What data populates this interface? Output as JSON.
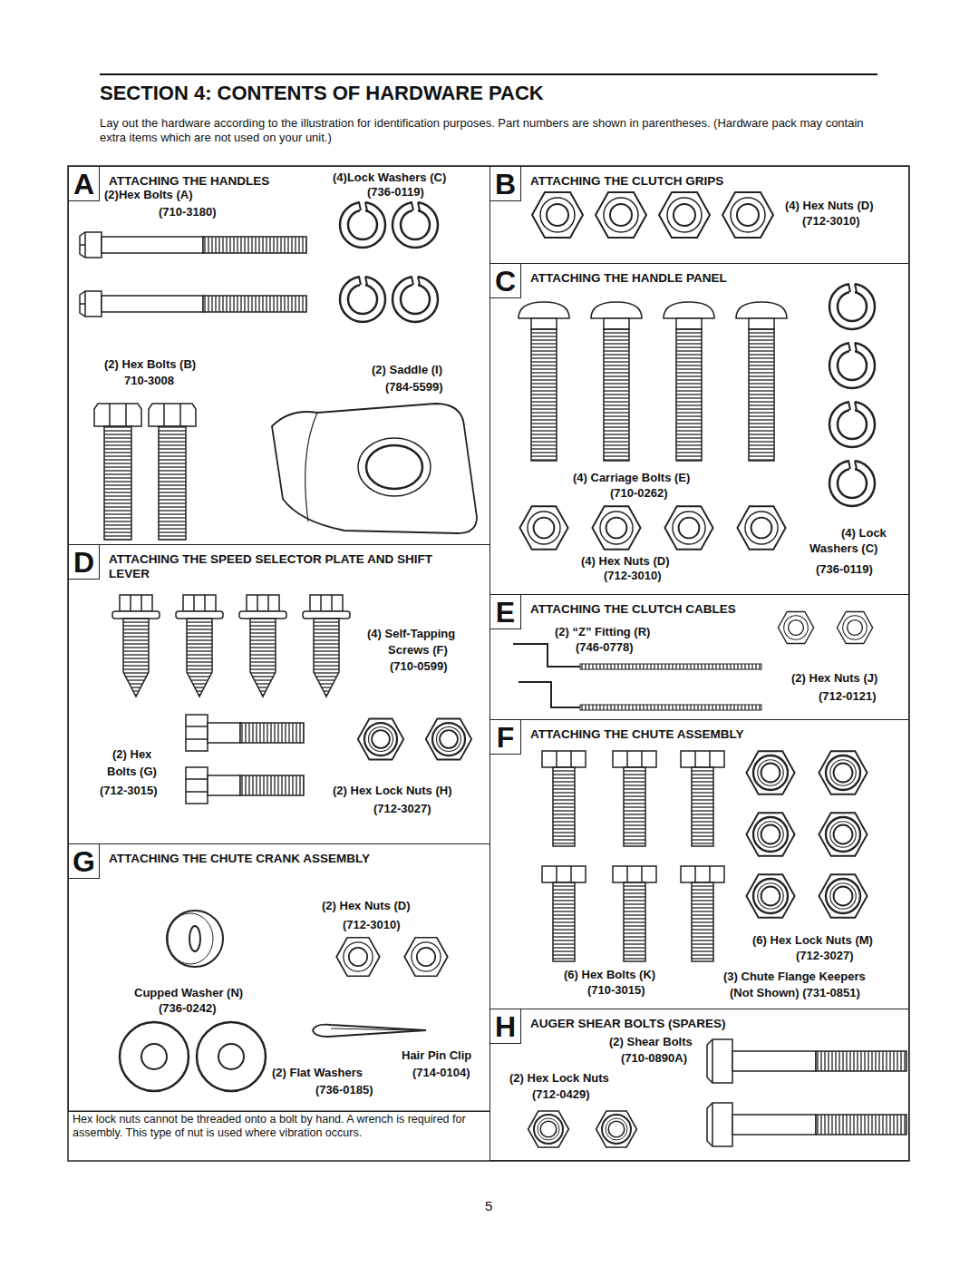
{
  "diagram": {
    "title": "SECTION 4: CONTENTS OF HARDWARE PACK",
    "nodes": [
      {
        "text": [
          "A",
          "ATTACHING THE HANDLES"
        ]
      },
      {
        "text": [
          "B",
          "ATTACHING THE CLUTCH GRIPS"
        ]
      },
      {
        "text": [
          "C",
          "ATTACHING THE HANDLE PANEL"
        ]
      },
      {
        "text": [
          "D",
          "ATTACHING THE SPEED SELECTOR PLATE AND SHIFT LEVER"
        ]
      },
      {
        "text": [
          "E",
          "ATTACHING THE CLUTCH CABLES"
        ]
      },
      {
        "text": [
          "F",
          "ATTACHING THE CHUTE ASSEMBLY"
        ]
      },
      {
        "text": [
          "G",
          "ATTACHING THE CHUTE CRANK ASSEMBLY"
        ]
      },
      {
        "text": [
          "H",
          "AUGER SHEAR BOLTS (SPARES)"
        ]
      }
    ],
    "labels": [
      "Lay out the hardware according to the illustration for identification purposes. Part numbers are shown in parentheses. (Hardware pack may contain extra items which are not used on your unit.)",
      "(2)Hex Bolts (A)",
      "(710-3180)",
      "(4)Lock Washers (C)",
      "(736-0119)",
      "(2) Hex Bolts (B)",
      "710-3008",
      "(2) Saddle (I)",
      "(784-5599)",
      "(4) Hex Nuts (D)",
      "(712-3010)",
      "(4) Carriage Bolts (E)",
      "(710-0262)",
      "(4) Hex Nuts (D)",
      "(712-3010)",
      "(4) Lock",
      "Washers (C)",
      "(736-0119)",
      "(4) Self-Tapping",
      "Screws (F)",
      "(710-0599)",
      "(2) Hex",
      "Bolts (G)",
      "(712-3015)",
      "(2) Hex Lock Nuts (H)",
      "(712-3027)",
      "(2) “Z” Fitting (R)",
      "(746-0778)",
      "(2) Hex Nuts (J)",
      "(712-0121)",
      "(6) Hex Bolts (K)",
      "(710-3015)",
      "(6) Hex Lock Nuts (M)",
      "(712-3027)",
      "(3) Chute Flange Keepers",
      "(Not Shown) (731-0851)",
      "(2) Hex Nuts (D)",
      "(712-3010)",
      "Cupped Washer (N)",
      "(736-0242)",
      "Hair Pin Clip",
      "(714-0104)",
      "(2) Flat Washers",
      "(736-0185)",
      "(2) Shear Bolts",
      "(710-0890A)",
      "(2) Hex Lock Nuts",
      "(712-0429)",
      "Hex lock nuts cannot be threaded onto a bolt by hand. A wrench is required for assembly. This type of nut is used where vibration occurs.",
      "5"
    ]
  }
}
